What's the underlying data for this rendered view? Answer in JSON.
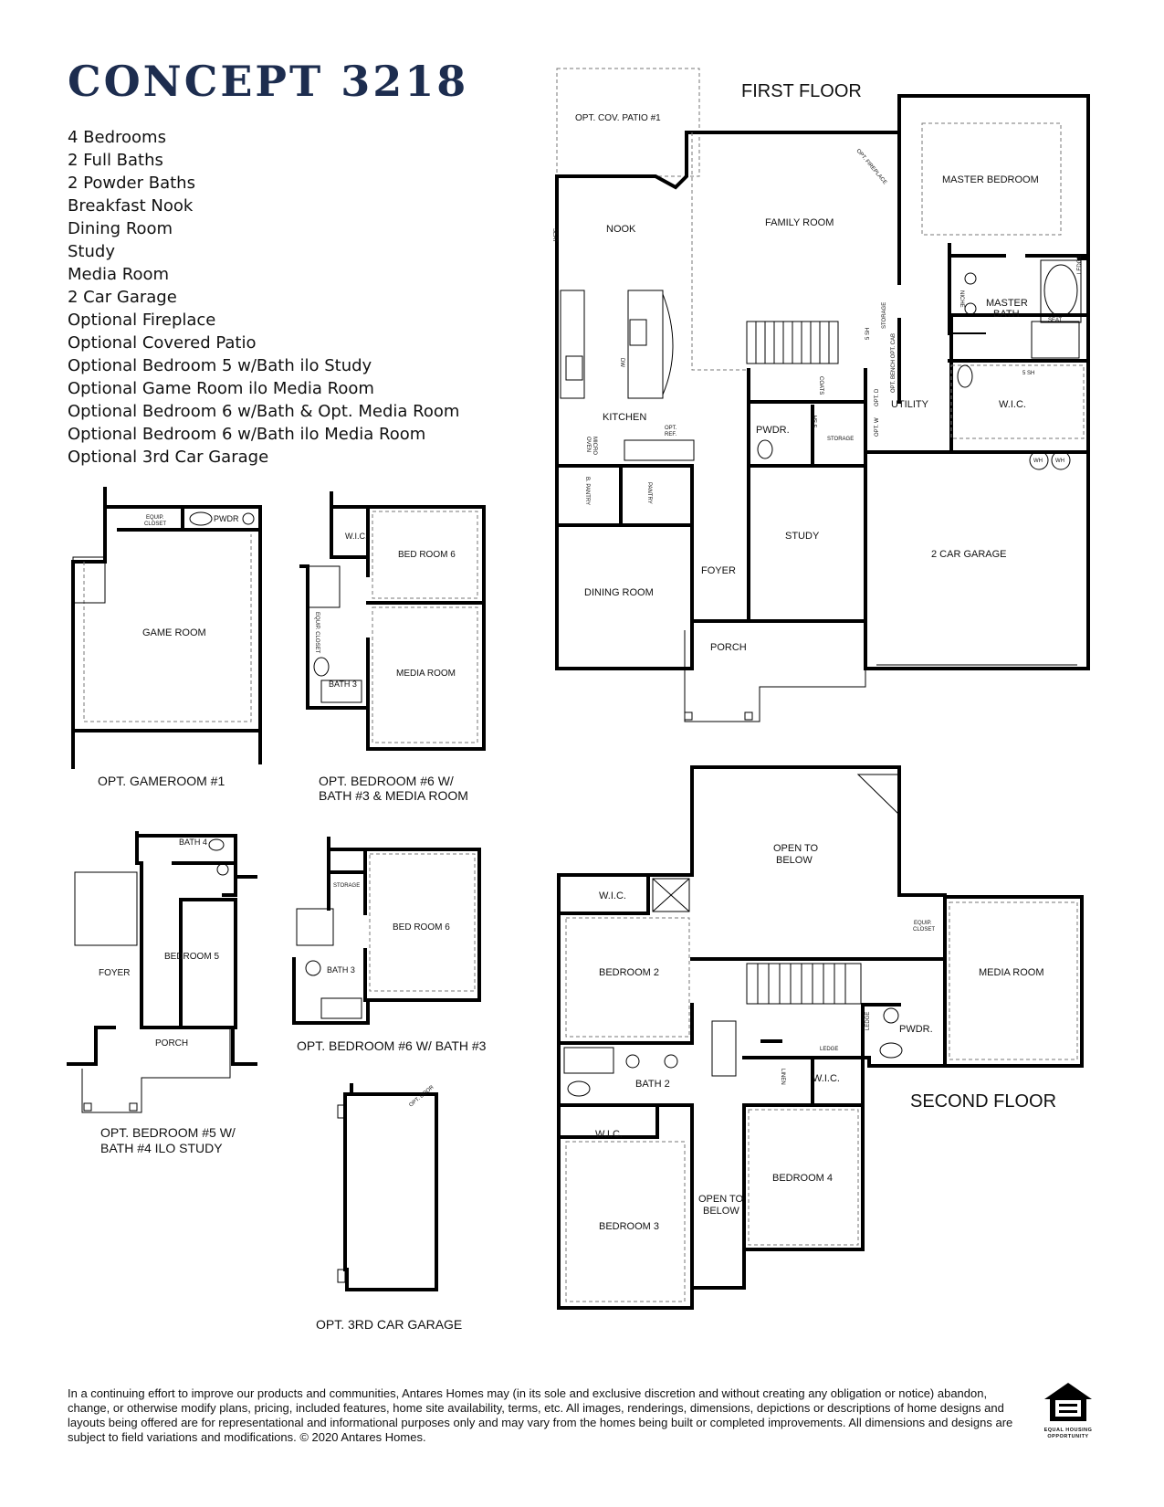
{
  "title": "CONCEPT 3218",
  "features": [
    "4 Bedrooms",
    "2 Full Baths",
    "2 Powder Baths",
    "Breakfast Nook",
    "Dining Room",
    "Study",
    "Media Room",
    "2 Car Garage",
    "Optional Fireplace",
    "Optional Covered Patio",
    "Optional Bedroom 5 w/Bath ilo Study",
    "Optional Game Room ilo Media Room",
    "Optional Bedroom 6 w/Bath & Opt. Media Room",
    "Optional Bedroom 6 w/Bath ilo Media Room",
    "Optional 3rd Car Garage"
  ],
  "first_floor": {
    "heading": "FIRST FLOOR",
    "rooms": {
      "opt_patio": "OPT. COV. PATIO #1",
      "nook": "NOOK",
      "family_room": "FAMILY ROOM",
      "opt_fireplace": "OPT. FIREPLACE",
      "master_bedroom": "MASTER BEDROOM",
      "master_bath_1": "MASTER",
      "master_bath_2": "BATH",
      "niche": "NICHE",
      "ledge": "LEDGE",
      "seat_bath": "SEAT",
      "seat_nook": "SEAT",
      "kitchen": "KITCHEN",
      "dw": "DW",
      "opt_ref_1": "OPT.",
      "opt_ref_2": "REF.",
      "micro_oven_1": "MICRO",
      "micro_oven_2": "OVEN",
      "b_pantry": "B. PANTRY",
      "pantry": "PANTRY",
      "coats": "COATS",
      "storage_1": "STORAGE",
      "storage_2": "STORAGE",
      "five_sh_1": "5 SH",
      "five_sh_2": "5 SH",
      "five_sh_3": "5 SH",
      "pwdr": "PWDR.",
      "utility": "UTILITY",
      "wic": "W.I.C.",
      "wh_1": "WH",
      "wh_2": "WH",
      "study": "STUDY",
      "dining_room": "DINING ROOM",
      "foyer": "FOYER",
      "porch": "PORCH",
      "garage": "2 CAR GARAGE",
      "opt_d": "OPT. D",
      "opt_w": "OPT. W",
      "opt_cab": "OPT. BENCH OPT. CAB"
    }
  },
  "second_floor": {
    "heading": "SECOND FLOOR",
    "rooms": {
      "open_below_1a": "OPEN TO",
      "open_below_1b": "BELOW",
      "wic_2": "W.I.C.",
      "bedroom_2": "BEDROOM 2",
      "equip_closet_1": "EQUIP.",
      "equip_closet_2": "CLOSET",
      "media_room": "MEDIA ROOM",
      "ledge_1": "LEDGE",
      "ledge_2": "LEDGE",
      "pwdr": "PWDR.",
      "bath_2": "BATH 2",
      "linen": "LINEN",
      "wic_4": "W.I.C.",
      "wic_3": "W.I.C.",
      "bedroom_3": "BEDROOM 3",
      "open_below_2a": "OPEN TO",
      "open_below_2b": "BELOW",
      "bedroom_4": "BEDROOM 4"
    }
  },
  "options": {
    "gameroom": {
      "caption": "OPT. GAMEROOM #1",
      "room": "GAME ROOM",
      "equip_1": "EQUIP.",
      "equip_2": "CLOSET",
      "pwdr": "PWDR"
    },
    "bed6_media": {
      "caption_1": "OPT. BEDROOM #6 W/",
      "caption_2": "BATH #3 & MEDIA ROOM",
      "wic": "W.I.C.",
      "bedroom": "BED ROOM 6",
      "equip": "EQUIP. CLOSET",
      "bath": "BATH 3",
      "media": "MEDIA ROOM"
    },
    "bed5": {
      "caption_1": "OPT. BEDROOM #5 W/",
      "caption_2": "BATH #4 ILO STUDY",
      "bath": "BATH 4",
      "bedroom": "BEDROOM 5",
      "foyer": "FOYER",
      "porch": "PORCH"
    },
    "bed6": {
      "caption": "OPT. BEDROOM #6 W/ BATH #3",
      "storage": "STORAGE",
      "bedroom": "BED ROOM 6",
      "bath": "BATH 3"
    },
    "garage3": {
      "caption": "OPT. 3RD CAR GARAGE",
      "door": "OPT. DOOR"
    }
  },
  "disclaimer": "In a continuing effort to improve our products and communities, Antares Homes may (in its sole and exclusive discretion and without creating any obligation or notice) abandon, change, or otherwise modify plans, pricing, included features, home site availability, terms, etc. All images, renderings, dimensions, depictions or descriptions of home designs and layouts being offered are for representational and informational purposes only and may vary from the homes being built or completed improvements. All dimensions and designs are subject to field variations and modifications. © 2020 Antares Homes.",
  "eho": {
    "line1": "EQUAL HOUSING",
    "line2": "OPPORTUNITY",
    "icon": "equal-housing-icon"
  },
  "colors": {
    "title": "#1d2d4f",
    "walls": "#000000",
    "dashed": "#777777"
  }
}
